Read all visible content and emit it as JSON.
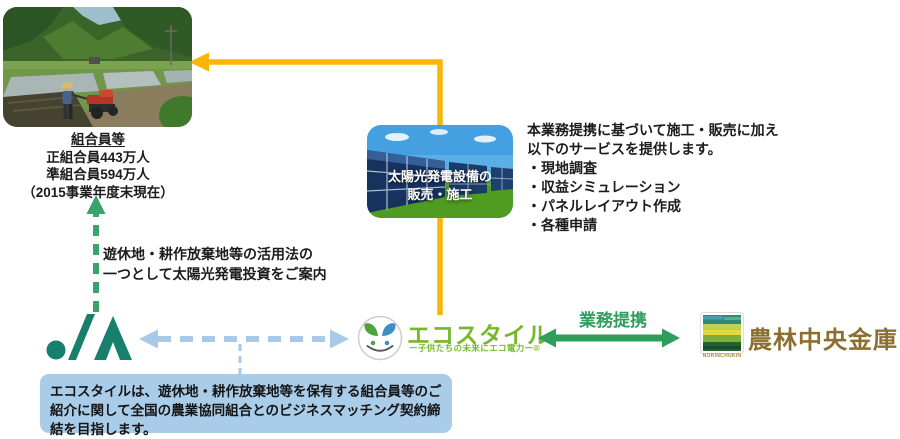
{
  "members": {
    "title": "組合員等",
    "line1": "正組合員443万人",
    "line2": "準組合員594万人",
    "line3": "（2015事業年度末現在）"
  },
  "solar_box": {
    "line1": "太陽光発電設備の",
    "line2": "販売・施工"
  },
  "services": {
    "intro1": "本業務提携に基づいて施工・販売に加え",
    "intro2": "以下のサービスを提供します。",
    "items": [
      "・現地調査",
      "・収益シミュレーション",
      "・パネルレイアウト作成",
      "・各種申請"
    ]
  },
  "guidance": {
    "line1": "遊休地・耕作放棄地等の活用法の",
    "line2": "一つとして太陽光発電投資をご案内"
  },
  "ecostyle": {
    "name": "エコスタイル",
    "tagline": "ー子供たちの未来にエコ電力ー®"
  },
  "partnership": {
    "label": "業務提携"
  },
  "norinchukin": {
    "name": "農林中央金庫",
    "caption": "NORINCHUKIN"
  },
  "bottom_note": {
    "text": "エコスタイルは、遊休地・耕作放棄地等を保有する組合員等のご紹介に関して全国の農業協同組合とのビジネスマッチング契約締結を目指します。"
  },
  "colors": {
    "accent_yellow": "#f9b608",
    "partnership_green": "#2f9e5c",
    "dashed_green": "#3ba26d",
    "dashed_blue": "#a9c9e8",
    "note_bg": "#a9cde9",
    "ecostyle_green": "#76b82a",
    "norinchukin_gold": "#8a6f2f",
    "ja_green": "#17806d"
  }
}
